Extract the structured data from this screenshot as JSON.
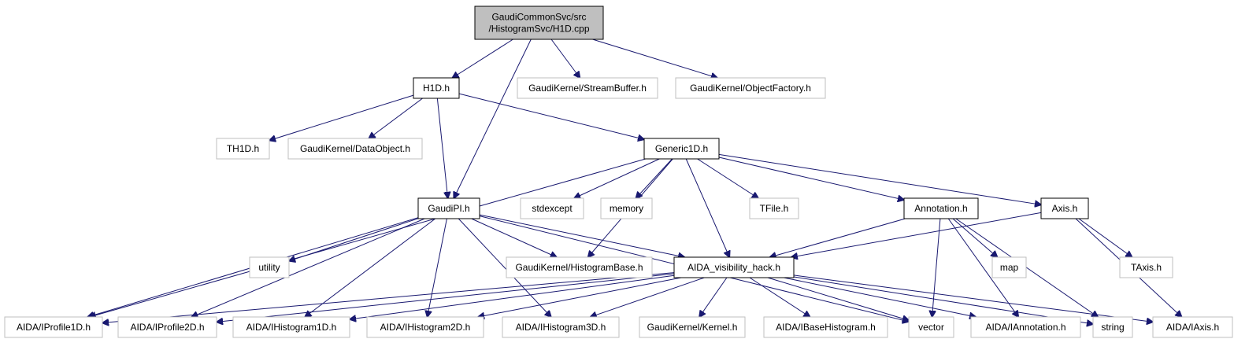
{
  "colors": {
    "edge": "#191970",
    "root_fill": "#bfbfbf",
    "documented_border": "#000000",
    "external_border": "#bfbfbf",
    "external_text": "#000000"
  },
  "nodes": {
    "root": {
      "lines": [
        "GaudiCommonSvc/src",
        "/HistogramSvc/H1D.cpp"
      ],
      "kind": "root"
    },
    "h1d": {
      "lines": [
        "H1D.h"
      ],
      "kind": "documented"
    },
    "streambuf": {
      "lines": [
        "GaudiKernel/StreamBuffer.h"
      ],
      "kind": "external"
    },
    "objfactory": {
      "lines": [
        "GaudiKernel/ObjectFactory.h"
      ],
      "kind": "external"
    },
    "th1d": {
      "lines": [
        "TH1D.h"
      ],
      "kind": "external"
    },
    "dataobject": {
      "lines": [
        "GaudiKernel/DataObject.h"
      ],
      "kind": "external"
    },
    "generic1d": {
      "lines": [
        "Generic1D.h"
      ],
      "kind": "documented"
    },
    "gaudipi": {
      "lines": [
        "GaudiPI.h"
      ],
      "kind": "documented"
    },
    "stdexcept": {
      "lines": [
        "stdexcept"
      ],
      "kind": "external"
    },
    "memory": {
      "lines": [
        "memory"
      ],
      "kind": "external"
    },
    "tfile": {
      "lines": [
        "TFile.h"
      ],
      "kind": "external"
    },
    "annotation": {
      "lines": [
        "Annotation.h"
      ],
      "kind": "documented"
    },
    "axis": {
      "lines": [
        "Axis.h"
      ],
      "kind": "documented"
    },
    "utility": {
      "lines": [
        "utility"
      ],
      "kind": "external"
    },
    "histobase": {
      "lines": [
        "GaudiKernel/HistogramBase.h"
      ],
      "kind": "external"
    },
    "aidahack": {
      "lines": [
        "AIDA_visibility_hack.h"
      ],
      "kind": "documented"
    },
    "map": {
      "lines": [
        "map"
      ],
      "kind": "external"
    },
    "taxis": {
      "lines": [
        "TAxis.h"
      ],
      "kind": "external"
    },
    "iprof1d": {
      "lines": [
        "AIDA/IProfile1D.h"
      ],
      "kind": "external"
    },
    "iprof2d": {
      "lines": [
        "AIDA/IProfile2D.h"
      ],
      "kind": "external"
    },
    "ihist1d": {
      "lines": [
        "AIDA/IHistogram1D.h"
      ],
      "kind": "external"
    },
    "ihist2d": {
      "lines": [
        "AIDA/IHistogram2D.h"
      ],
      "kind": "external"
    },
    "ihist3d": {
      "lines": [
        "AIDA/IHistogram3D.h"
      ],
      "kind": "external"
    },
    "kernel": {
      "lines": [
        "GaudiKernel/Kernel.h"
      ],
      "kind": "external"
    },
    "ibasehist": {
      "lines": [
        "AIDA/IBaseHistogram.h"
      ],
      "kind": "external"
    },
    "vector": {
      "lines": [
        "vector"
      ],
      "kind": "external"
    },
    "iannotation": {
      "lines": [
        "AIDA/IAnnotation.h"
      ],
      "kind": "external"
    },
    "string": {
      "lines": [
        "string"
      ],
      "kind": "external"
    },
    "iaxis": {
      "lines": [
        "AIDA/IAxis.h"
      ],
      "kind": "external"
    }
  },
  "edges": [
    [
      "root",
      "h1d"
    ],
    [
      "root",
      "gaudipi"
    ],
    [
      "root",
      "streambuf"
    ],
    [
      "root",
      "objfactory"
    ],
    [
      "h1d",
      "th1d"
    ],
    [
      "h1d",
      "dataobject"
    ],
    [
      "h1d",
      "gaudipi"
    ],
    [
      "h1d",
      "generic1d"
    ],
    [
      "generic1d",
      "iprof1d"
    ],
    [
      "generic1d",
      "stdexcept"
    ],
    [
      "generic1d",
      "memory"
    ],
    [
      "generic1d",
      "histobase"
    ],
    [
      "generic1d",
      "aidahack"
    ],
    [
      "generic1d",
      "tfile"
    ],
    [
      "generic1d",
      "annotation"
    ],
    [
      "generic1d",
      "axis"
    ],
    [
      "gaudipi",
      "utility"
    ],
    [
      "gaudipi",
      "iprof1d"
    ],
    [
      "gaudipi",
      "iprof2d"
    ],
    [
      "gaudipi",
      "ihist1d"
    ],
    [
      "gaudipi",
      "ihist2d"
    ],
    [
      "gaudipi",
      "ihist3d"
    ],
    [
      "gaudipi",
      "histobase"
    ],
    [
      "gaudipi",
      "aidahack"
    ],
    [
      "gaudipi",
      "vector"
    ],
    [
      "annotation",
      "aidahack"
    ],
    [
      "annotation",
      "map"
    ],
    [
      "annotation",
      "vector"
    ],
    [
      "annotation",
      "iannotation"
    ],
    [
      "annotation",
      "string"
    ],
    [
      "axis",
      "aidahack"
    ],
    [
      "axis",
      "taxis"
    ],
    [
      "axis",
      "iaxis"
    ],
    [
      "aidahack",
      "iprof1d"
    ],
    [
      "aidahack",
      "iprof2d"
    ],
    [
      "aidahack",
      "ihist1d"
    ],
    [
      "aidahack",
      "ihist2d"
    ],
    [
      "aidahack",
      "ihist3d"
    ],
    [
      "aidahack",
      "kernel"
    ],
    [
      "aidahack",
      "ibasehist"
    ],
    [
      "aidahack",
      "vector"
    ],
    [
      "aidahack",
      "iannotation"
    ],
    [
      "aidahack",
      "string"
    ],
    [
      "aidahack",
      "iaxis"
    ]
  ]
}
